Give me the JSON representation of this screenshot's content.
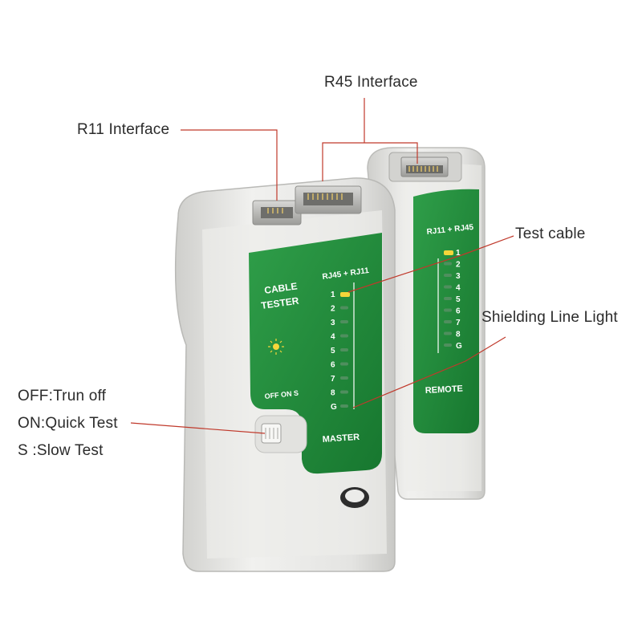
{
  "callouts": {
    "r45": "R45 Interface",
    "r11": "R11 Interface",
    "test_cable": "Test cable",
    "shielding": "Shielding Line Light",
    "off": "OFF:Trun off",
    "on": "ON:Quick Test",
    "slow": "S :Slow Test"
  },
  "master": {
    "title_line1": "CABLE",
    "title_line2": "TESTER",
    "header": "RJ45 + RJ11",
    "switch_label": "OFF ON  S",
    "name": "MASTER",
    "lights": [
      "1",
      "2",
      "3",
      "4",
      "5",
      "6",
      "7",
      "8",
      "G"
    ]
  },
  "remote": {
    "header": "RJ11 + RJ45",
    "name": "REMOTE",
    "lights": [
      "1",
      "2",
      "3",
      "4",
      "5",
      "6",
      "7",
      "8",
      "G"
    ]
  },
  "colors": {
    "panel_green": "#1f8a3a",
    "case_grey": "#e6e6e4",
    "led_yellow": "#f5d63a",
    "callout_line": "#c0392b"
  }
}
